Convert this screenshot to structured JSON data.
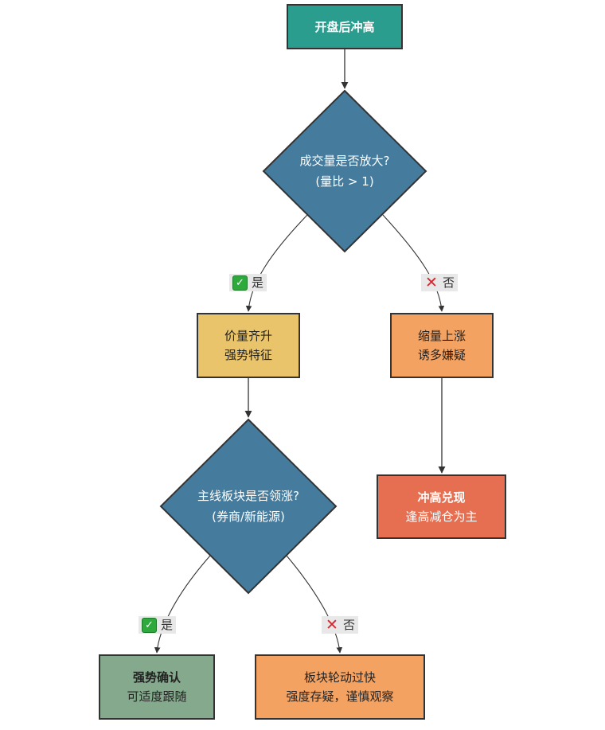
{
  "nodes": {
    "start": {
      "line1": "开盘后冲高"
    },
    "d1": {
      "line1": "成交量是否放大?",
      "line2": "(量比 > 1)"
    },
    "n_yes1": {
      "line1": "价量齐升",
      "line2": "强势特征"
    },
    "n_no1": {
      "line1": "缩量上涨",
      "line2": "诱多嫌疑"
    },
    "n_out1": {
      "line1": "冲高兑现",
      "line2": "逢高减仓为主"
    },
    "d2": {
      "line1": "主线板块是否领涨?",
      "line2": "(券商/新能源)"
    },
    "n_yes2": {
      "line1": "强势确认",
      "line2": "可适度跟随"
    },
    "n_no2": {
      "line1": "板块轮动过快",
      "line2": "强度存疑，谨慎观察"
    }
  },
  "edge_labels": {
    "yes": "是",
    "no": "否"
  },
  "colors": {
    "start": "#2a9d8f",
    "decision": "#457b9d",
    "yellow": "#e9c46a",
    "orange": "#f4a261",
    "red": "#e76f51",
    "green": "#84a98c",
    "edge": "#333333"
  },
  "icons": {
    "yes": "check-mark-icon",
    "no": "cross-mark-icon"
  }
}
